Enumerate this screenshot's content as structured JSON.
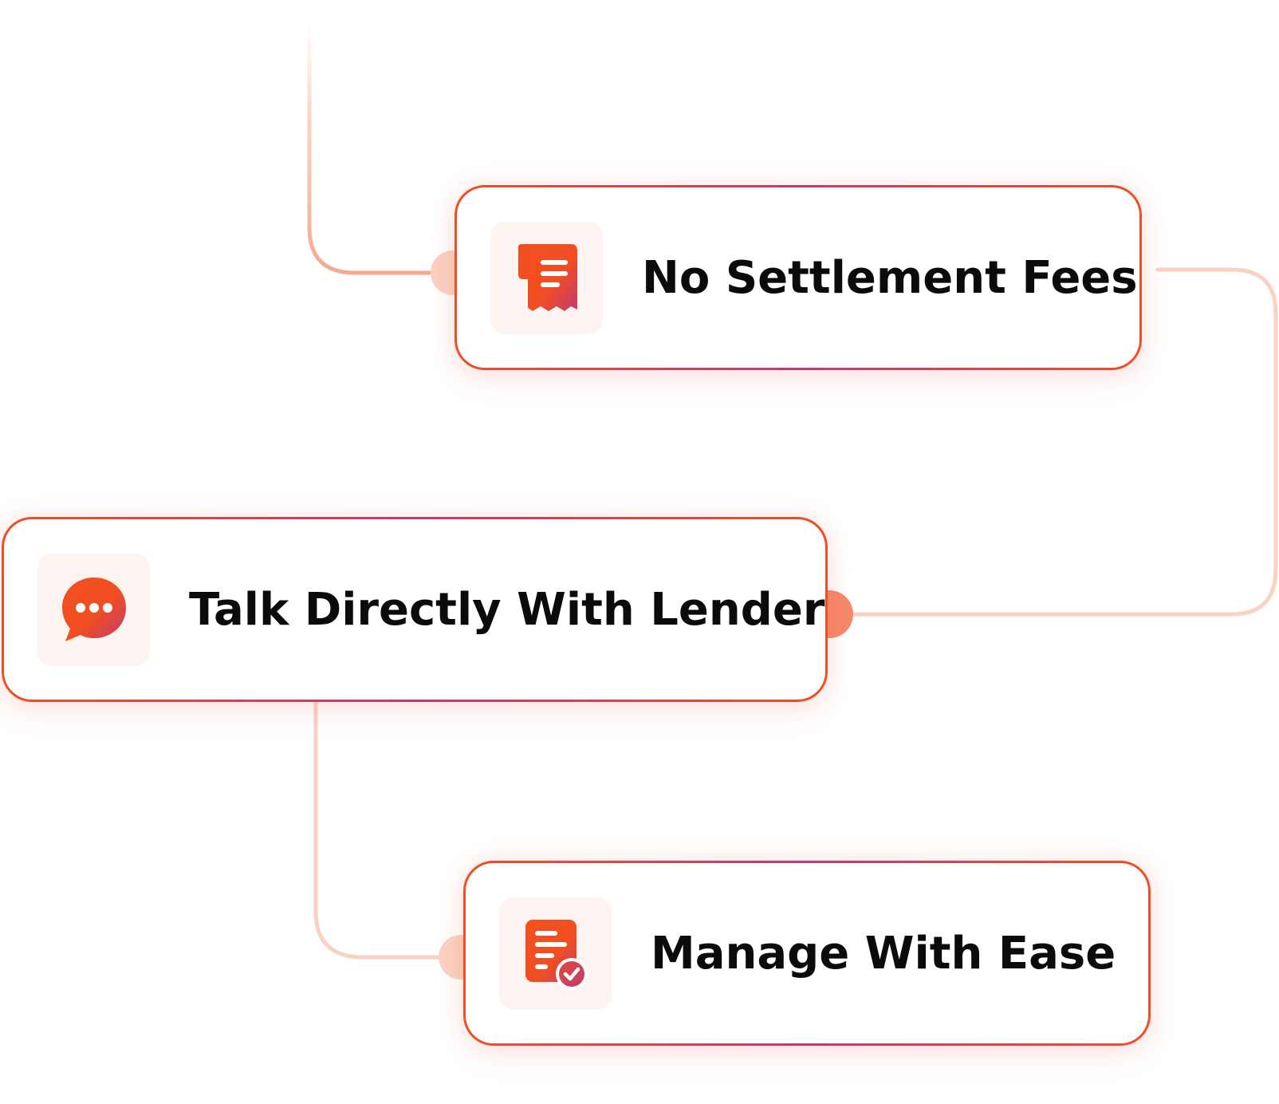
{
  "diagram": {
    "nodes": [
      {
        "id": "no-settlement-fees",
        "label": "No Settlement Fees",
        "icon": "receipt-icon"
      },
      {
        "id": "talk-directly-with-lender",
        "label": "Talk Directly With Lender",
        "icon": "chat-bubble-icon"
      },
      {
        "id": "manage-with-ease",
        "label": "Manage With Ease",
        "icon": "document-check-icon"
      }
    ],
    "edges": [
      {
        "from": "start",
        "to": "no-settlement-fees"
      },
      {
        "from": "no-settlement-fees",
        "to": "talk-directly-with-lender"
      },
      {
        "from": "talk-directly-with-lender",
        "to": "manage-with-ease"
      }
    ]
  },
  "colors": {
    "accent_orange": "#f04e23",
    "accent_magenta": "#c03a76",
    "connector_light": "#fbd2c2",
    "icon_tile_bg": "#fdf4f1",
    "text": "#0b0b0b"
  }
}
